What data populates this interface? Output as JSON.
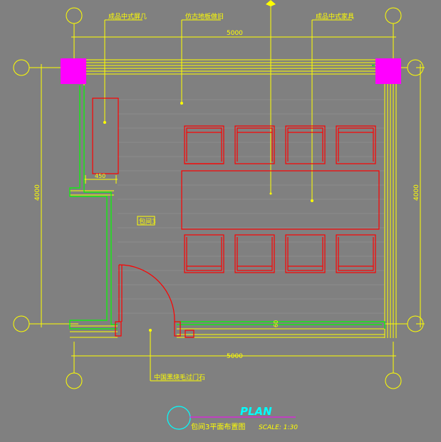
{
  "labels": {
    "top_left": "成品中式屏几",
    "top_mid": "仿古地板做旧",
    "top_right": "成品中式家具",
    "bottom": "中国黑烧毛过门石",
    "room": "包间3"
  },
  "dimensions": {
    "top_width": "5000",
    "bottom_width": "5000",
    "left_height": "4000",
    "right_height": "4000",
    "cabinet_gap": "450",
    "wall_thickness": "60"
  },
  "title_block": {
    "plan": "PLAN",
    "name": "包间3平面布置图",
    "scale": "SCALE: 1:30"
  },
  "colors": {
    "background": "#808080",
    "dimension": "#ffff00",
    "furniture": "#ff0000",
    "wall": "#00ff00",
    "column": "#ff00ff",
    "title": "#00ffff"
  }
}
